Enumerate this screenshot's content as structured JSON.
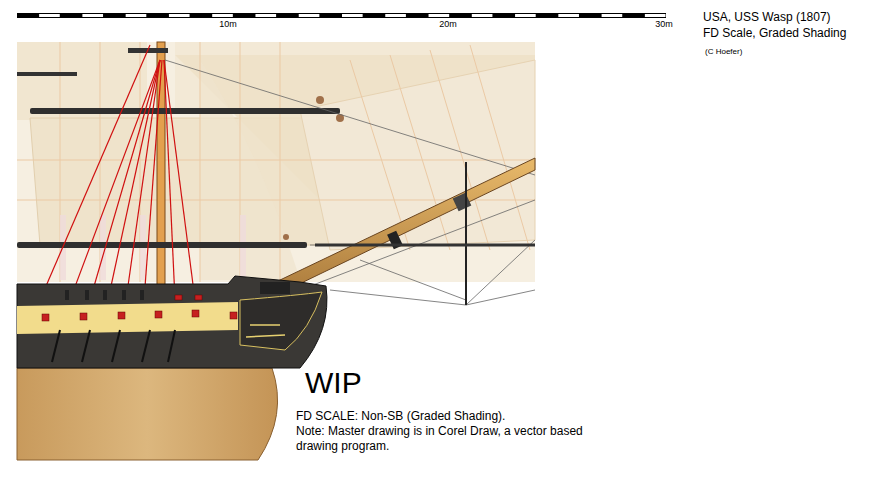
{
  "diagram": {
    "title": "USA, USS Wasp (1807)",
    "labels": [
      "10m",
      "20m",
      "30m",
      "FD Scale, Graded Shading",
      "(C Hoefer)",
      "WIP",
      "FD SCALE: Non-SB (Graded Shading).",
      "Note: Master drawing is in Corel Draw, a vector based drawing program."
    ]
  }
}
